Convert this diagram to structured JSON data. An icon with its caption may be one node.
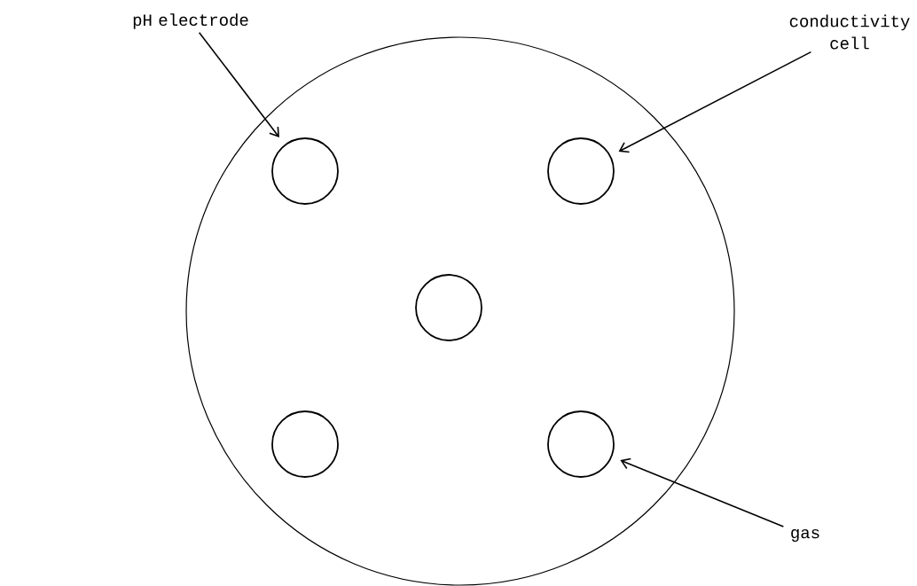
{
  "diagram": {
    "nodes": [
      {
        "text": [
          "pH electrode"
        ]
      },
      {
        "text": [
          "conductivity cell"
        ]
      },
      {
        "text": [],
        "shape": "circle"
      },
      {
        "text": [],
        "shape": "circle",
        "in": 2
      },
      {
        "text": [],
        "shape": "circle",
        "in": 2
      },
      {
        "text": [],
        "shape": "circle",
        "in": 2
      },
      {
        "text": [],
        "shape": "circle",
        "in": 2
      },
      {
        "text": [],
        "shape": "circle",
        "in": 2
      },
      {
        "text": [
          "gas"
        ]
      }
    ],
    "edges": [
      {
        "from": 0,
        "to": 3,
        "arrow": "to"
      },
      {
        "from": 1,
        "to": 4,
        "arrow": "to"
      },
      {
        "from": 8,
        "to": 7,
        "arrow": "to"
      }
    ]
  }
}
